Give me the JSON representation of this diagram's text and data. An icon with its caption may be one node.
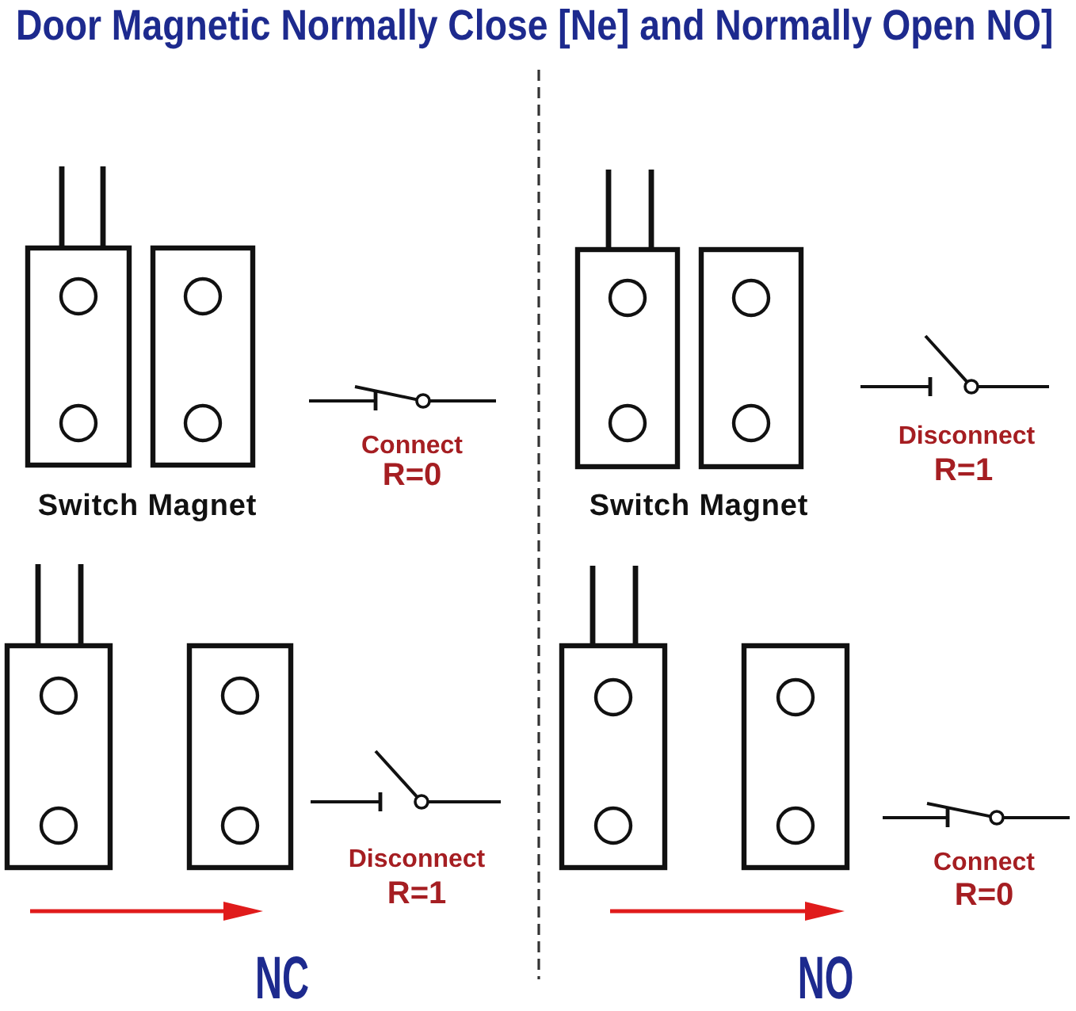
{
  "diagram": {
    "title": "Door Magnetic Normally Close [Ne] and Normally Open NO]",
    "labels": [
      "Connect",
      "R=0",
      "Switch Magnet",
      "Disconnect",
      "R=1",
      "Switch Magnet",
      "Disconnect",
      "R=1",
      "Connect",
      "R=0",
      "NC",
      "NO"
    ]
  }
}
